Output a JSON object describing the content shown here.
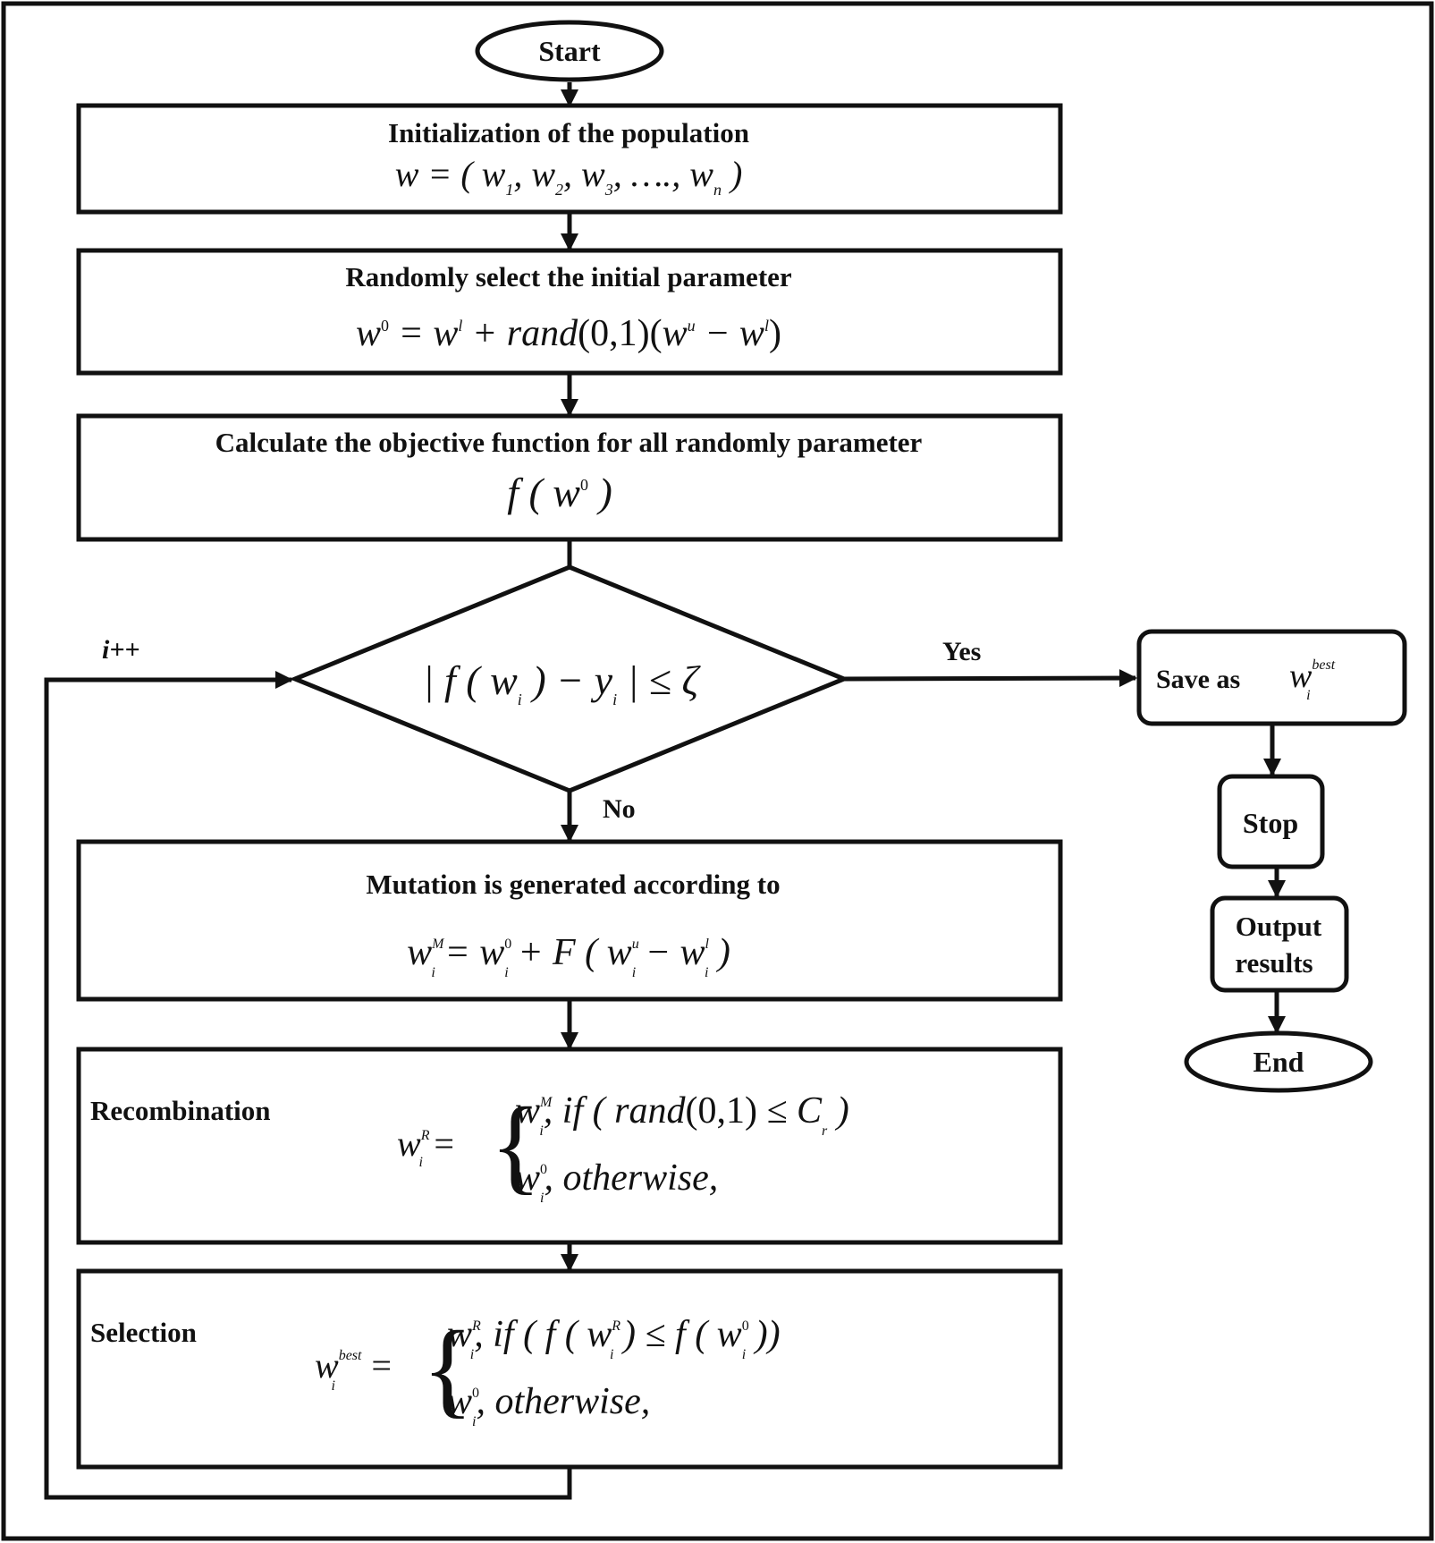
{
  "nodes": {
    "start": "Start",
    "init_title": "Initialization of the population",
    "random_title": "Randomly select the initial parameter",
    "objective_title": "Calculate the objective function for all randomly parameter",
    "save_as": "Save as",
    "stop": "Stop",
    "output_line1": "Output",
    "output_line2": "results",
    "end": "End",
    "mutation_title": "Mutation is generated according to",
    "recombination_title": "Recombination",
    "selection_title": "Selection",
    "otherwise": "otherwise,"
  },
  "edges": {
    "yes": "Yes",
    "no": "No",
    "loop": "i++"
  },
  "colors": {
    "stroke": "#111111",
    "background": "#ffffff"
  }
}
